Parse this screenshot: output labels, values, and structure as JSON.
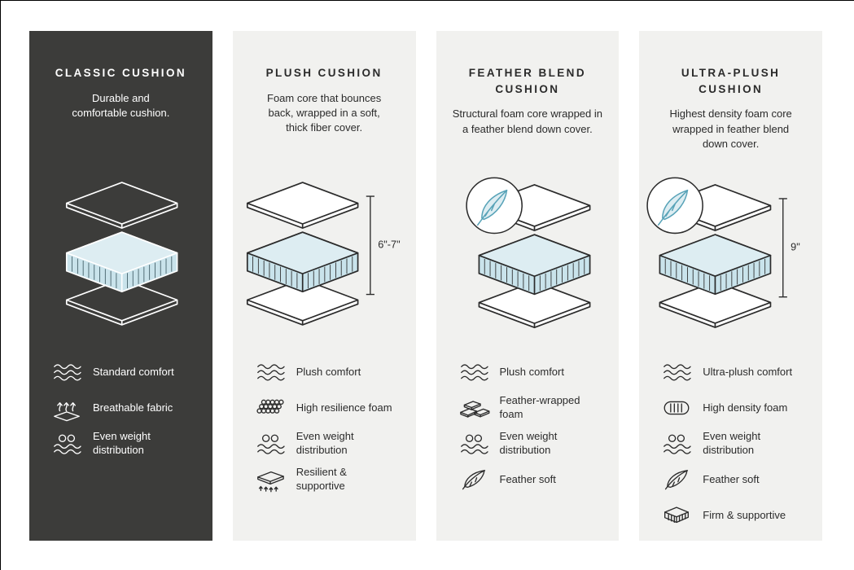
{
  "colors": {
    "page_background": "#ffffff",
    "frame_border": "#000000",
    "dark_card": "#3c3c3a",
    "light_card": "#f1f1ef",
    "text_on_dark": "#ffffff",
    "text_on_light": "#2b2b2b",
    "cover_fill_light": "#ffffff",
    "foam_top": "#ddedf2",
    "foam_side": "#c9e3eb",
    "hatch_on_light": "#2b2b2b",
    "hatch_on_dark": "#3e5a63",
    "feather_accent": "#58a3b8"
  },
  "cards": [
    {
      "id": "classic-cushion",
      "theme": "dark",
      "title": "CLASSIC CUSHION",
      "description": "Durable and\ncomfortable cushion.",
      "diagram": {
        "feather": false,
        "measurement": ""
      },
      "features": [
        {
          "icon": "comfort-waves-icon",
          "label": "Standard comfort"
        },
        {
          "icon": "breathable-fabric-icon",
          "label": "Breathable fabric"
        },
        {
          "icon": "even-weight-icon",
          "label": "Even weight distribution"
        }
      ]
    },
    {
      "id": "plush-cushion",
      "theme": "light",
      "title": "PLUSH CUSHION",
      "description": "Foam core that bounces\nback, wrapped in a soft,\nthick fiber cover.",
      "diagram": {
        "feather": false,
        "measurement": "6\"-7\""
      },
      "features": [
        {
          "icon": "comfort-waves-icon",
          "label": "Plush comfort"
        },
        {
          "icon": "resilience-foam-icon",
          "label": "High resilience foam"
        },
        {
          "icon": "even-weight-icon",
          "label": "Even weight distribution"
        },
        {
          "icon": "resilient-supportive-icon",
          "label": "Resilient & supportive"
        }
      ]
    },
    {
      "id": "feather-blend-cushion",
      "theme": "light",
      "title": "FEATHER BLEND\nCUSHION",
      "description": "Structural foam core wrapped in\na feather blend down cover.",
      "diagram": {
        "feather": true,
        "measurement": ""
      },
      "features": [
        {
          "icon": "comfort-waves-icon",
          "label": "Plush comfort"
        },
        {
          "icon": "feather-wrapped-foam-icon",
          "label": "Feather-wrapped foam"
        },
        {
          "icon": "even-weight-icon",
          "label": "Even weight distribution"
        },
        {
          "icon": "feather-icon",
          "label": "Feather soft"
        }
      ]
    },
    {
      "id": "ultra-plush-cushion",
      "theme": "light",
      "title": "ULTRA-PLUSH\nCUSHION",
      "description": "Highest density foam core\nwrapped in feather blend\ndown cover.",
      "diagram": {
        "feather": true,
        "measurement": "9\""
      },
      "features": [
        {
          "icon": "comfort-waves-icon",
          "label": "Ultra-plush comfort"
        },
        {
          "icon": "high-density-foam-icon",
          "label": "High density foam"
        },
        {
          "icon": "even-weight-icon",
          "label": "Even weight distribution"
        },
        {
          "icon": "feather-icon",
          "label": "Feather soft"
        },
        {
          "icon": "firm-supportive-icon",
          "label": "Firm & supportive"
        }
      ]
    }
  ]
}
